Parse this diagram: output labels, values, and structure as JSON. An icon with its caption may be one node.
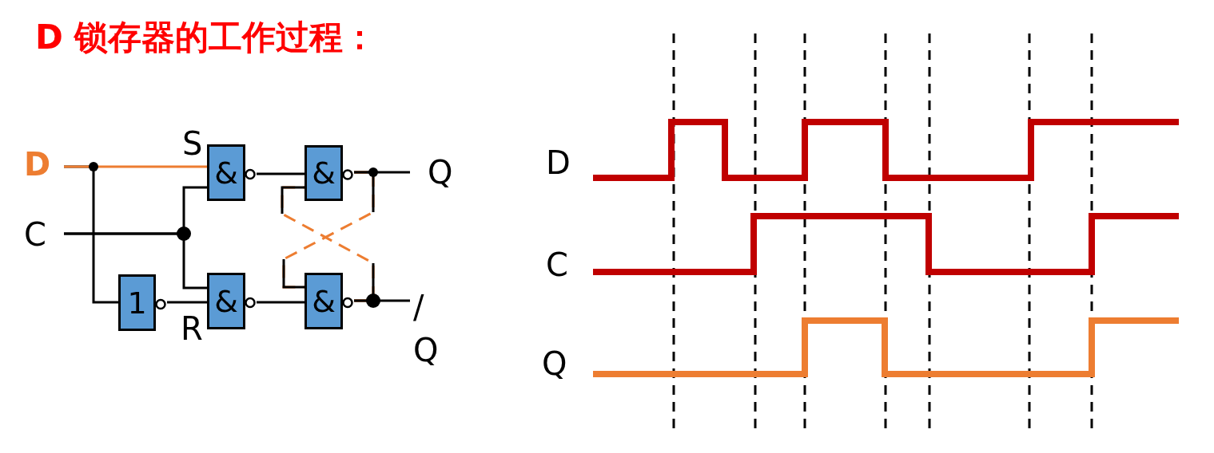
{
  "diagram": {
    "title": "D 锁存器的工作过程：",
    "nodes": [
      {
        "text": [
          "D"
        ]
      },
      {
        "text": [
          "C"
        ]
      },
      {
        "text": [
          "&"
        ]
      },
      {
        "text": [
          "&"
        ]
      },
      {
        "text": [
          "1"
        ]
      },
      {
        "text": [
          "&"
        ]
      },
      {
        "text": [
          "&"
        ]
      },
      {
        "text": [
          "Q"
        ]
      },
      {
        "text": [
          "/ Q"
        ]
      }
    ],
    "edges": [
      {
        "from": 0,
        "to": 2,
        "arrow": "none",
        "color": "#ed7d31"
      },
      {
        "from": 0,
        "to": 4,
        "arrow": "none"
      },
      {
        "from": 1,
        "to": 2,
        "arrow": "none"
      },
      {
        "from": 1,
        "to": 5,
        "arrow": "none"
      },
      {
        "from": 2,
        "to": 3,
        "arrow": "none"
      },
      {
        "from": 4,
        "to": 5,
        "arrow": "none"
      },
      {
        "from": 5,
        "to": 6,
        "arrow": "none"
      },
      {
        "from": 3,
        "to": 7,
        "arrow": "none"
      },
      {
        "from": 6,
        "to": 8,
        "arrow": "none"
      },
      {
        "from": 3,
        "to": 6,
        "arrow": "none",
        "style": "dashed",
        "color": "#ed7d31"
      },
      {
        "from": 6,
        "to": 3,
        "arrow": "none",
        "style": "dashed",
        "color": "#ed7d31"
      }
    ],
    "labels": [
      "S",
      "R",
      "D",
      "C",
      "Q"
    ]
  }
}
